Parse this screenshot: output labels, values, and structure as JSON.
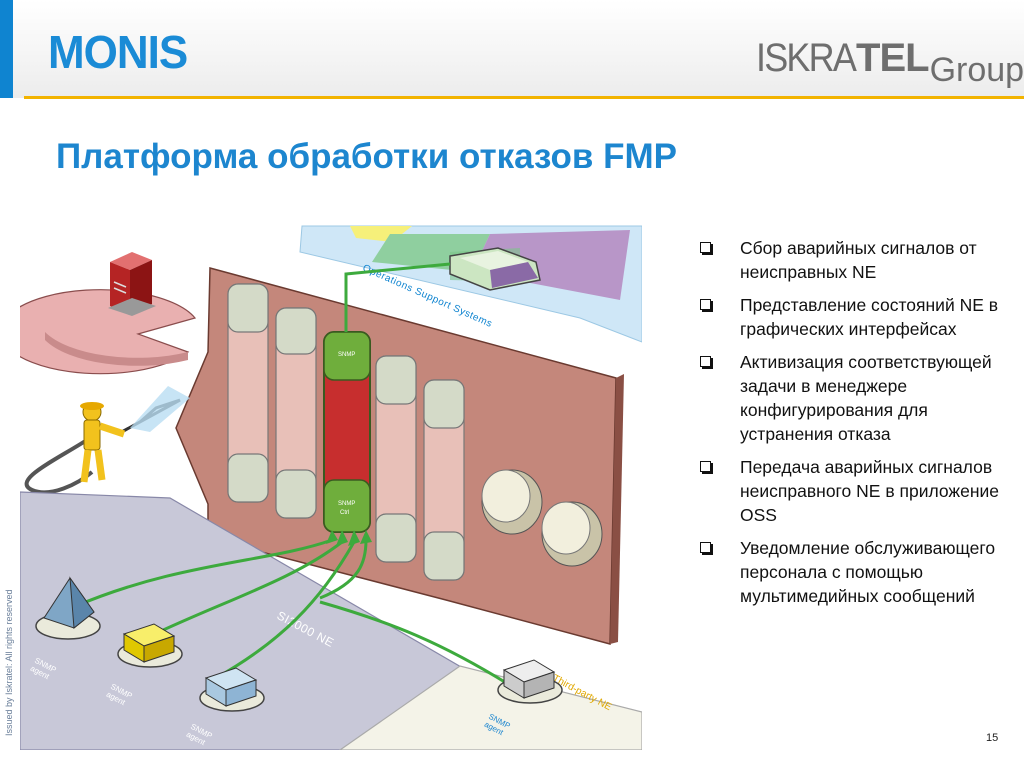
{
  "header": {
    "left_logo": "MONIS",
    "right_logo": {
      "part1": "ISKRA",
      "part2": "TEL",
      "part3": "Group"
    },
    "colors": {
      "accent_bar": "#0f84d0",
      "rule": "#f2b300",
      "title": "#1d86cf"
    }
  },
  "title": "Платформа обработки отказов FMP",
  "side_note": "Issued by Iskratel: All rights reserved",
  "diagram": {
    "oss_label": "Operations Support Systems",
    "si2000_label": "SI2000 NE",
    "thirdparty_label": "Third-party NE",
    "card_top_label_1": "SNMP",
    "card_bottom_label_1": "SNMP",
    "card_bottom_label_2": "Ctrl",
    "agent_line1": "SNMP",
    "agent_line2": "agent"
  },
  "bullets": [
    "Сбор аварийных сигналов от неисправных NE",
    "Представление состояний NE в графических интерфейсах",
    "Активизация соответствующей задачи в менеджере конфигурирования для устранения отказа",
    "Передача аварийных сигналов неисправного NE в приложение OSS",
    "Уведомление обслуживающего персонала с помощью мультимедийных сообщений"
  ],
  "page_number": "15"
}
